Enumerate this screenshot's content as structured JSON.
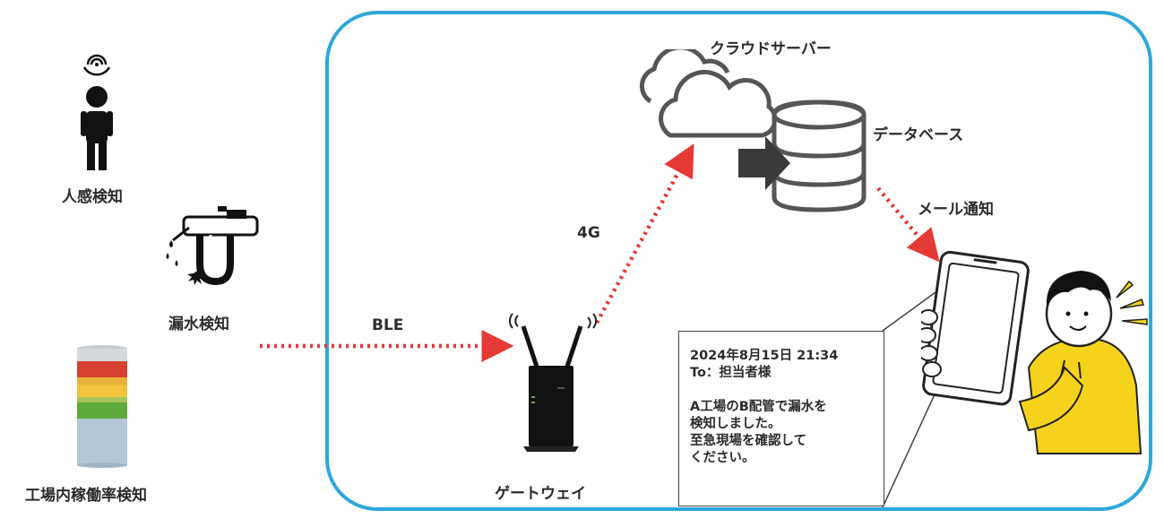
{
  "sensors": {
    "human": "人感検知",
    "leak": "漏水検知",
    "operation": "工場内稼働率検知"
  },
  "protocols": {
    "ble": "BLE",
    "cellular": "4G"
  },
  "nodes": {
    "gateway": "ゲートウェイ",
    "cloud": "クラウドサーバー",
    "database": "データベース",
    "notify": "メール通知"
  },
  "message": {
    "datetime": "2024年8月15日 21:34",
    "to": "To：担当者様",
    "body1": "A工場のB配管で漏水を",
    "body2": "検知しました。",
    "body3": "至急現場を確認して",
    "body4": "ください。"
  },
  "colors": {
    "frame": "#2ea7db",
    "link": "#e53935",
    "person_shirt": "#f5d31c"
  }
}
